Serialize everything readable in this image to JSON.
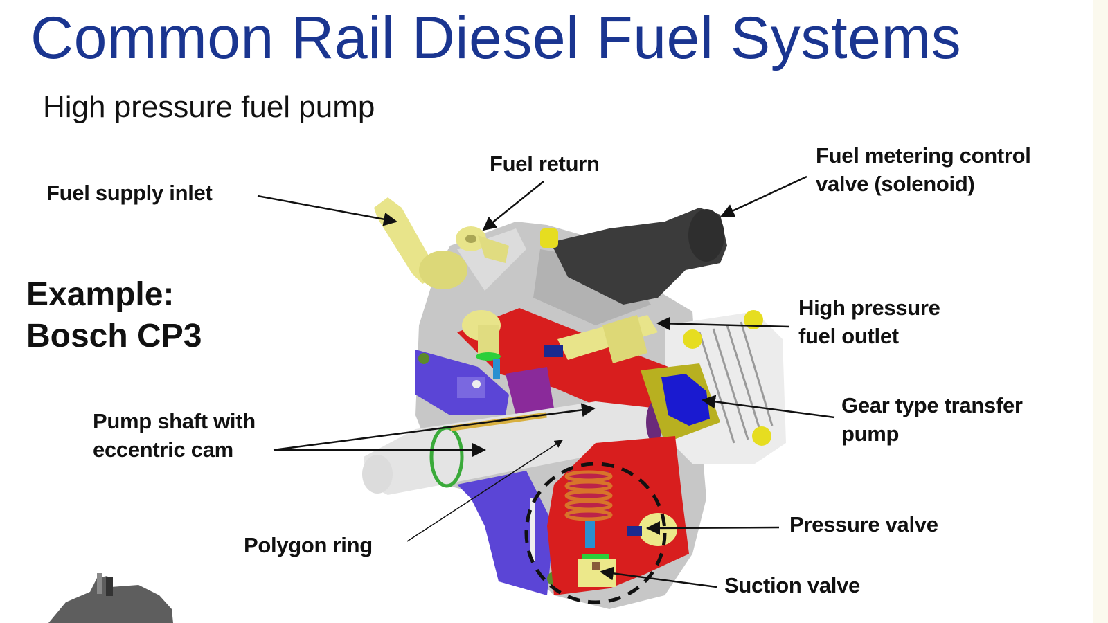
{
  "slide": {
    "title": "Common Rail Diesel Fuel Systems",
    "subtitle": "High pressure fuel pump",
    "example": {
      "line1": "Example:",
      "line2": "Bosch CP3"
    },
    "title_color": "#1a3590"
  },
  "diagram": {
    "subject": "high-pressure-fuel-pump-cutaway",
    "labels": [
      {
        "id": "fuel-supply-inlet",
        "lines": [
          "Fuel supply inlet"
        ]
      },
      {
        "id": "fuel-return",
        "lines": [
          "Fuel return"
        ]
      },
      {
        "id": "fuel-metering-control-valve",
        "lines": [
          "Fuel metering control",
          "valve (solenoid)"
        ]
      },
      {
        "id": "high-pressure-fuel-outlet",
        "lines": [
          "High pressure",
          "fuel outlet"
        ]
      },
      {
        "id": "gear-type-transfer-pump",
        "lines": [
          "Gear type transfer",
          "pump"
        ]
      },
      {
        "id": "pump-shaft-eccentric-cam",
        "lines": [
          "Pump shaft with",
          "eccentric cam"
        ]
      },
      {
        "id": "polygon-ring",
        "lines": [
          "Polygon ring"
        ]
      },
      {
        "id": "pressure-valve",
        "lines": [
          "Pressure valve"
        ]
      },
      {
        "id": "suction-valve",
        "lines": [
          "Suction valve"
        ]
      }
    ],
    "colors": {
      "housing": "#c9c9c9",
      "fittings": "#e8e48a",
      "cutaway_red": "#d81e1e",
      "cutaway_blue": "#5b45d6",
      "gear_blue": "#1a1ad0",
      "solenoid": "#3a3a3a",
      "purple": "#8a2a9a",
      "olive": "#b8b020",
      "spring": "#d8742a"
    }
  }
}
